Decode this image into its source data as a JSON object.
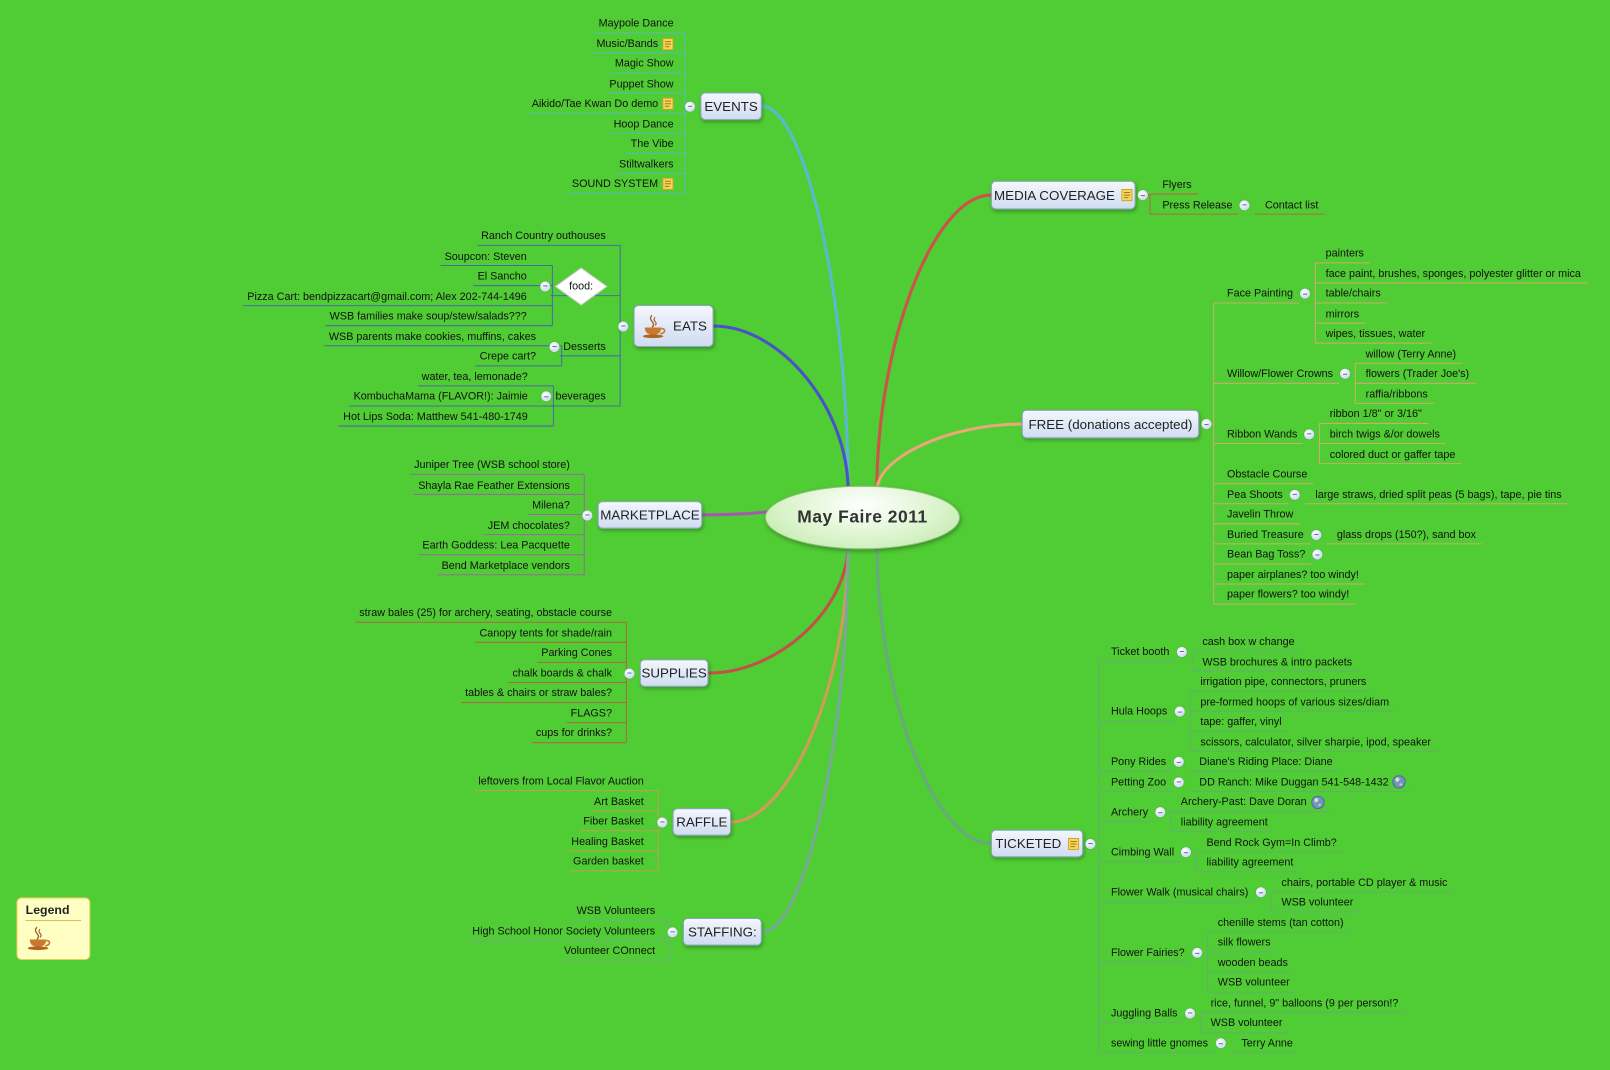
{
  "title": "May Faire 2011",
  "legend": {
    "title": "Legend",
    "icon": "coffee-icon"
  },
  "colors": {
    "background": "#50cc34",
    "node_box": "#cfdcf1",
    "center": "#d8f3c8",
    "legend": "#ffffc4"
  },
  "branches": [
    {
      "label": "EVENTS",
      "side": "left",
      "children": [
        {
          "label": "Maypole Dance"
        },
        {
          "label": "Music/Bands",
          "icon": "note-icon"
        },
        {
          "label": "Magic Show"
        },
        {
          "label": "Puppet Show"
        },
        {
          "label": "Aikido/Tae Kwan Do demo",
          "icon": "note-icon"
        },
        {
          "label": "Hoop Dance"
        },
        {
          "label": "The Vibe"
        },
        {
          "label": "Stiltwalkers"
        },
        {
          "label": "SOUND SYSTEM",
          "icon": "note-icon"
        }
      ]
    },
    {
      "label": "EATS",
      "side": "left",
      "icon": "coffee-icon",
      "children": [
        {
          "label": "Ranch Country outhouses"
        },
        {
          "label": "food:",
          "shape": "diamond",
          "children": [
            "Soupcon: Steven",
            "El Sancho",
            "Pizza Cart: bendpizzacart@gmail.com; Alex 202-744-1496",
            "WSB families make soup/stew/salads???"
          ]
        },
        {
          "label": "Desserts",
          "children": [
            "WSB parents make cookies, muffins, cakes",
            "Crepe cart?"
          ]
        },
        {
          "label": "beverages",
          "children": [
            "water, tea, lemonade?",
            "KombuchaMama (FLAVOR!): Jaimie",
            "Hot Lips Soda: Matthew 541-480-1749"
          ]
        }
      ]
    },
    {
      "label": "MARKETPLACE",
      "side": "left",
      "children": [
        {
          "label": "Juniper Tree (WSB school store)"
        },
        {
          "label": "Shayla Rae Feather Extensions"
        },
        {
          "label": "Milena?"
        },
        {
          "label": "JEM chocolates?"
        },
        {
          "label": "Earth Goddess: Lea Pacquette"
        },
        {
          "label": "Bend Marketplace vendors"
        }
      ]
    },
    {
      "label": "SUPPLIES",
      "side": "left",
      "children": [
        {
          "label": "straw bales (25) for archery, seating, obstacle course"
        },
        {
          "label": "Canopy tents for shade/rain"
        },
        {
          "label": "Parking Cones"
        },
        {
          "label": "chalk boards & chalk"
        },
        {
          "label": "tables & chairs or straw bales?"
        },
        {
          "label": "FLAGS?"
        },
        {
          "label": "cups for drinks?"
        }
      ]
    },
    {
      "label": "RAFFLE",
      "side": "left",
      "children": [
        {
          "label": "leftovers from Local Flavor Auction"
        },
        {
          "label": "Art Basket"
        },
        {
          "label": "Fiber Basket"
        },
        {
          "label": "Healing Basket"
        },
        {
          "label": "Garden basket"
        }
      ]
    },
    {
      "label": "STAFFING:",
      "side": "left",
      "children": [
        {
          "label": "WSB Volunteers"
        },
        {
          "label": "High School Honor Society Volunteers"
        },
        {
          "label": "Volunteer COnnect"
        }
      ]
    },
    {
      "label": "MEDIA COVERAGE",
      "side": "right",
      "note": "note-icon",
      "children": [
        {
          "label": "Flyers"
        },
        {
          "label": "Press Release",
          "children": [
            "Contact list"
          ]
        }
      ]
    },
    {
      "label": "FREE (donations accepted)",
      "side": "right",
      "children": [
        {
          "label": "Face Painting",
          "children": [
            "painters",
            "face paint, brushes, sponges, polyester glitter or mica",
            "table/chairs",
            "mirrors",
            "wipes, tissues, water"
          ]
        },
        {
          "label": "Willow/Flower Crowns",
          "children": [
            "willow (Terry Anne)",
            "flowers (Trader Joe's)",
            "raffia/ribbons"
          ]
        },
        {
          "label": "Ribbon Wands",
          "children": [
            "ribbon 1/8\" or 3/16\"",
            "birch twigs &/or dowels",
            "colored duct or gaffer tape"
          ]
        },
        {
          "label": "Obstacle Course"
        },
        {
          "label": "Pea Shoots",
          "children": [
            "large straws, dried split peas (5 bags), tape, pie tins"
          ]
        },
        {
          "label": "Javelin Throw"
        },
        {
          "label": "Buried Treasure",
          "children": [
            "glass drops (150?), sand box"
          ]
        },
        {
          "label": "Bean Bag Toss?",
          "children": []
        },
        {
          "label": "paper airplanes? too windy!"
        },
        {
          "label": "paper flowers? too windy!"
        }
      ]
    },
    {
      "label": "TICKETED",
      "side": "right",
      "note": "note-icon",
      "children": [
        {
          "label": "Ticket booth",
          "children": [
            "cash box w change",
            "WSB brochures & intro packets"
          ]
        },
        {
          "label": "Hula Hoops",
          "children": [
            "irrigation pipe, connectors, pruners",
            "pre-formed hoops of various sizes/diam",
            "tape: gaffer, vinyl",
            "scissors, calculator, silver sharpie, ipod, speaker"
          ]
        },
        {
          "label": "Pony Rides",
          "children": [
            "Diane's Riding Place: Diane"
          ]
        },
        {
          "label": "Petting Zoo",
          "children": [
            {
              "label": "DD Ranch: Mike Duggan 541-548-1432",
              "icon": "globe-icon"
            }
          ]
        },
        {
          "label": "Archery",
          "children": [
            {
              "label": "Archery-Past: Dave Doran",
              "icon": "globe-icon"
            },
            "liability agreement"
          ]
        },
        {
          "label": "Cimbing Wall",
          "children": [
            "Bend Rock Gym=In Climb?",
            "liability agreement"
          ]
        },
        {
          "label": "Flower Walk (musical chairs)",
          "children": [
            "chairs, portable CD player & music",
            "WSB volunteer"
          ]
        },
        {
          "label": "Flower Fairies?",
          "children": [
            "chenille stems (tan cotton)",
            "silk flowers",
            "wooden beads",
            "WSB volunteer"
          ]
        },
        {
          "label": "Juggling Balls",
          "children": [
            "rice, funnel, 9\" balloons (9 per person!?",
            "WSB volunteer"
          ]
        },
        {
          "label": "sewing little gnomes",
          "children": [
            "Terry Anne"
          ]
        }
      ]
    }
  ]
}
